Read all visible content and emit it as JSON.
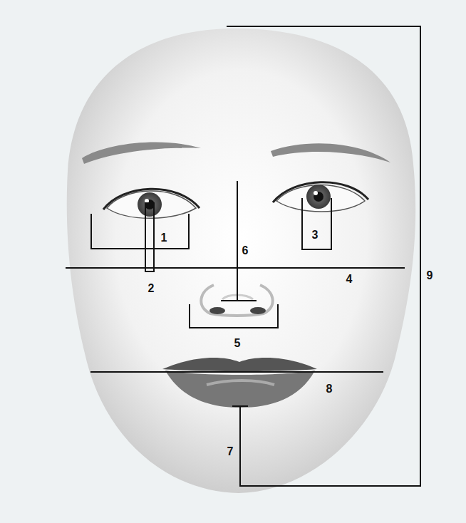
{
  "diagram": {
    "labels": [
      "1",
      "2",
      "3",
      "6",
      "4",
      "9",
      "5",
      "8",
      "7"
    ]
  }
}
